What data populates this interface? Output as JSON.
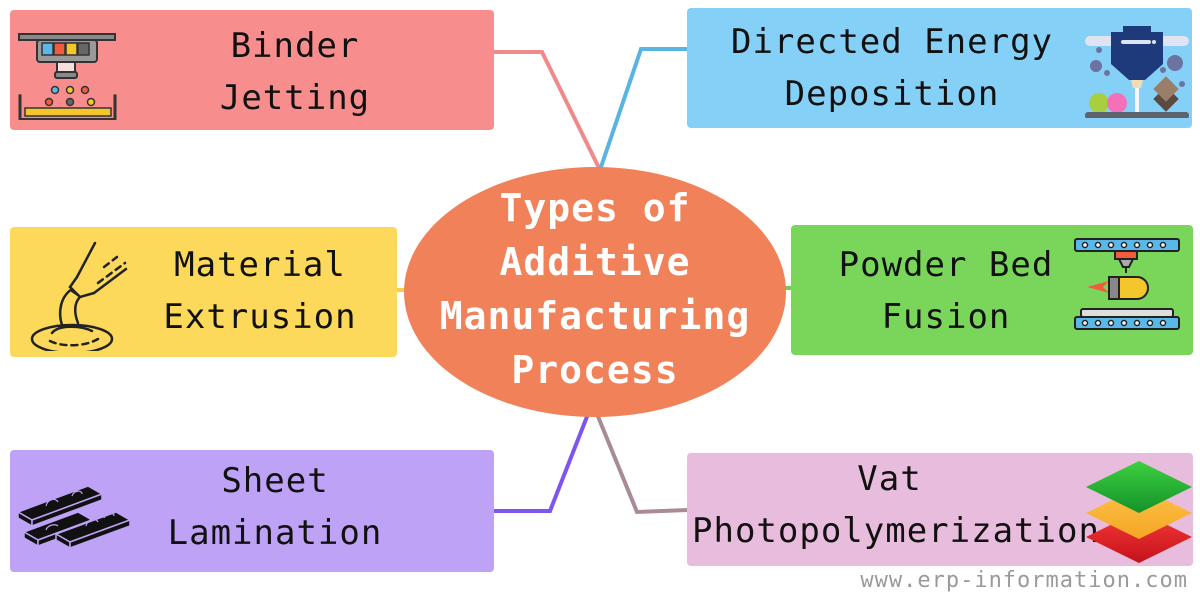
{
  "center": {
    "lines": [
      "Types of",
      "Additive",
      "Manufacturing",
      "Process"
    ],
    "color": "#f08158"
  },
  "nodes": [
    {
      "id": "binder-jetting",
      "lines": [
        "Binder",
        "Jetting"
      ],
      "color": "#f78e8d",
      "connector_color": "#f08a8a",
      "icon": "binder-jetting-printer-icon"
    },
    {
      "id": "directed-energy-deposition",
      "lines": [
        "Directed Energy",
        "Deposition"
      ],
      "color": "#85d0f7",
      "connector_color": "#5ab4e0",
      "icon": "laser-deposition-nozzle-icon"
    },
    {
      "id": "material-extrusion",
      "lines": [
        "Material",
        "Extrusion"
      ],
      "color": "#fcd95a",
      "connector_color": "#f5cf4a",
      "icon": "extrusion-nozzle-icon"
    },
    {
      "id": "powder-bed-fusion",
      "lines": [
        "Powder Bed",
        "Fusion"
      ],
      "color": "#79d65a",
      "connector_color": "#6fcf4f",
      "icon": "powder-bed-laser-icon"
    },
    {
      "id": "sheet-lamination",
      "lines": [
        "Sheet",
        "Lamination"
      ],
      "color": "#bda2f5",
      "connector_color": "#7d55f0",
      "icon": "stacked-sheets-icon"
    },
    {
      "id": "vat-photopolymerization",
      "lines": [
        "Vat",
        "Photopolymerization"
      ],
      "color": "#e8bcdc",
      "connector_color": "#a88a98",
      "icon": "layers-stack-icon"
    }
  ],
  "watermark": "www.erp-information.com"
}
